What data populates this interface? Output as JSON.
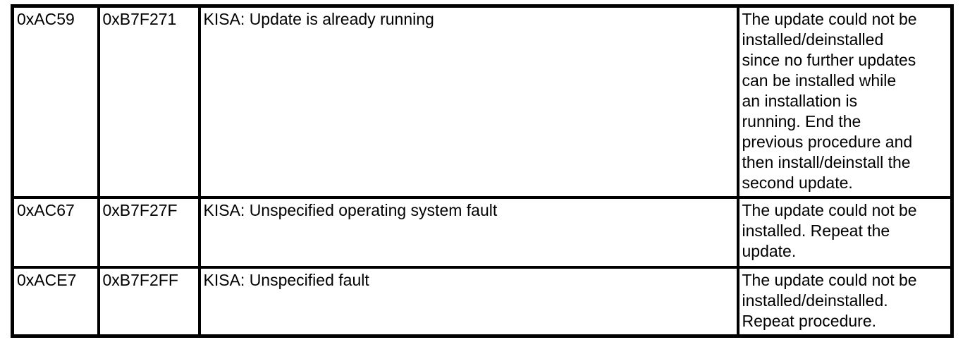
{
  "page": {
    "background_color": "#ffffff"
  },
  "table": {
    "border_color": "#000000",
    "text_color": "#000000",
    "rows": [
      {
        "error_code": "0xAC59",
        "extended_code": "0xB7F271",
        "description": "KISA: Update is already running",
        "remedy": "The update could not be\ninstalled/deinstalled\nsince no further updates\ncan be installed while\nan installation is\nrunning. End the\nprevious procedure and\nthen install/deinstall the\nsecond update."
      },
      {
        "error_code": "0xAC67",
        "extended_code": "0xB7F27F",
        "description": "KISA: Unspecified operating system fault",
        "remedy": "The update could not be\ninstalled. Repeat the\nupdate."
      },
      {
        "error_code": "0xACE7",
        "extended_code": "0xB7F2FF",
        "description": "KISA: Unspecified fault",
        "remedy": "The update could not be\ninstalled/deinstalled.\nRepeat procedure."
      }
    ]
  }
}
